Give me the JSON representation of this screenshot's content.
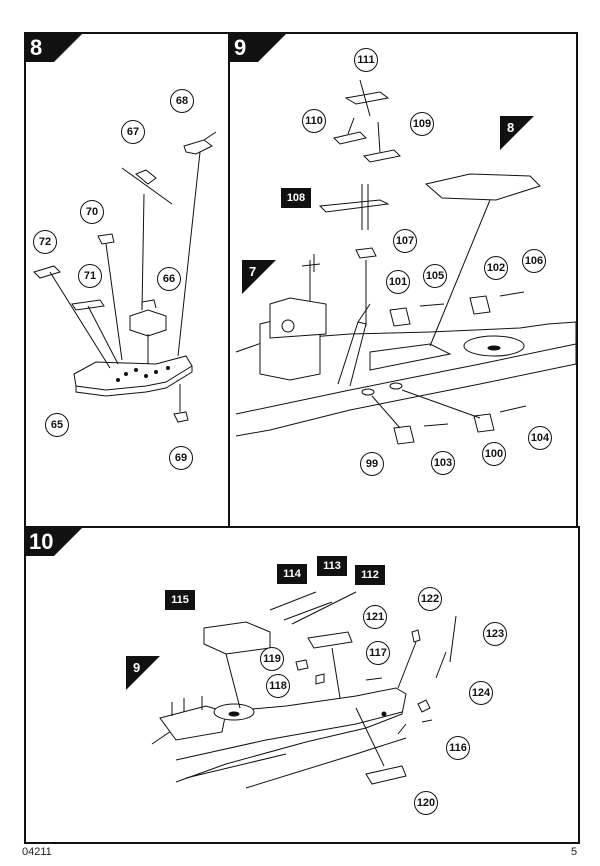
{
  "steps": [
    {
      "number": "8",
      "callouts": [
        "65",
        "66",
        "67",
        "68",
        "69",
        "70",
        "71",
        "72"
      ]
    },
    {
      "number": "9",
      "callouts": [
        "99",
        "100",
        "101",
        "102",
        "103",
        "104",
        "105",
        "106",
        "107",
        "109",
        "110",
        "111"
      ],
      "tags": [
        "108"
      ],
      "refs": [
        "7",
        "8"
      ]
    },
    {
      "number": "10",
      "callouts": [
        "116",
        "117",
        "118",
        "119",
        "120",
        "121",
        "122",
        "123",
        "124"
      ],
      "tags": [
        "112",
        "113",
        "114",
        "115"
      ],
      "refs": [
        "9"
      ]
    }
  ],
  "footer": {
    "kit_number": "04211",
    "page_number": "5"
  }
}
